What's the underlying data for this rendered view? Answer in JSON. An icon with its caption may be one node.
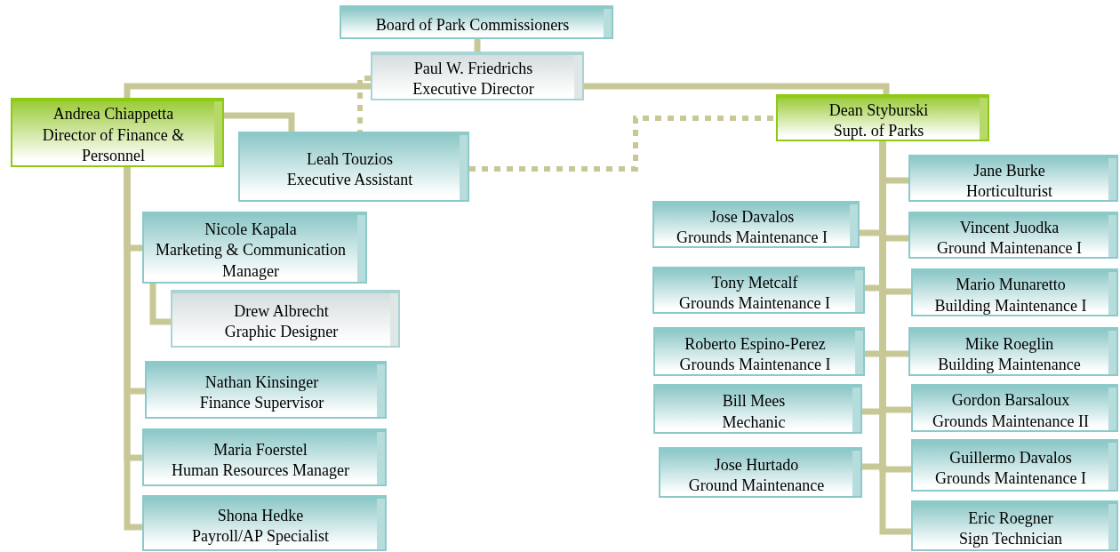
{
  "diagram": {
    "nodes": [
      {
        "text": [
          "Board of Park Commissioners"
        ]
      },
      {
        "text": [
          "Paul W. Friedrichs",
          "Executive Director"
        ]
      },
      {
        "text": [
          "Andrea Chiappetta",
          "Director of Finance & Personnel"
        ]
      },
      {
        "text": [
          "Dean Styburski",
          "Supt. of Parks"
        ]
      },
      {
        "text": [
          "Leah Touzios",
          "Executive Assistant"
        ]
      },
      {
        "text": [
          "Nicole Kapala",
          "Marketing & Communication Manager"
        ]
      },
      {
        "text": [
          "Drew Albrecht",
          "Graphic Designer"
        ]
      },
      {
        "text": [
          "Nathan Kinsinger",
          "Finance Supervisor"
        ]
      },
      {
        "text": [
          "Maria Foerstel",
          "Human Resources Manager"
        ]
      },
      {
        "text": [
          "Shona Hedke",
          "Payroll/AP Specialist"
        ]
      },
      {
        "text": [
          "Jane Burke",
          "Horticulturist"
        ]
      },
      {
        "text": [
          "Jose Davalos",
          "Grounds Maintenance I"
        ]
      },
      {
        "text": [
          "Vincent Juodka",
          "Ground Maintenance I"
        ]
      },
      {
        "text": [
          "Tony Metcalf",
          "Grounds Maintenance I"
        ]
      },
      {
        "text": [
          "Mario Munaretto",
          "Building Maintenance I"
        ]
      },
      {
        "text": [
          "Roberto Espino-Perez",
          "Grounds Maintenance I"
        ]
      },
      {
        "text": [
          "Mike Roeglin",
          "Building Maintenance"
        ]
      },
      {
        "text": [
          "Bill Mees",
          "Mechanic"
        ]
      },
      {
        "text": [
          "Gordon Barsaloux",
          "Grounds Maintenance II"
        ]
      },
      {
        "text": [
          "Jose Hurtado",
          "Ground Maintenance"
        ]
      },
      {
        "text": [
          "Guillermo Davalos",
          "Grounds Maintenance I"
        ]
      },
      {
        "text": [
          "Eric Roegner",
          "Sign Technician"
        ]
      }
    ],
    "edges": [
      {
        "from": 0,
        "to": 1,
        "arrow": "none"
      },
      {
        "from": 1,
        "to": 2,
        "arrow": "none"
      },
      {
        "from": 1,
        "to": 3,
        "arrow": "none"
      },
      {
        "from": 1,
        "to": 4,
        "arrow": "none",
        "style": "dashed"
      },
      {
        "from": 4,
        "to": 3,
        "arrow": "none",
        "style": "dashed"
      },
      {
        "from": 2,
        "to": 4,
        "arrow": "none"
      },
      {
        "from": 2,
        "to": 5,
        "arrow": "none"
      },
      {
        "from": 5,
        "to": 6,
        "arrow": "none"
      },
      {
        "from": 2,
        "to": 7,
        "arrow": "none"
      },
      {
        "from": 2,
        "to": 8,
        "arrow": "none"
      },
      {
        "from": 2,
        "to": 9,
        "arrow": "none"
      },
      {
        "from": 3,
        "to": 10,
        "arrow": "none"
      },
      {
        "from": 3,
        "to": 11,
        "arrow": "none"
      },
      {
        "from": 3,
        "to": 12,
        "arrow": "none"
      },
      {
        "from": 3,
        "to": 13,
        "arrow": "none"
      },
      {
        "from": 3,
        "to": 14,
        "arrow": "none"
      },
      {
        "from": 3,
        "to": 15,
        "arrow": "none"
      },
      {
        "from": 3,
        "to": 16,
        "arrow": "none"
      },
      {
        "from": 3,
        "to": 17,
        "arrow": "none"
      },
      {
        "from": 3,
        "to": 18,
        "arrow": "none"
      },
      {
        "from": 3,
        "to": 19,
        "arrow": "none"
      },
      {
        "from": 3,
        "to": 20,
        "arrow": "none"
      },
      {
        "from": 3,
        "to": 21,
        "arrow": "none"
      }
    ]
  }
}
